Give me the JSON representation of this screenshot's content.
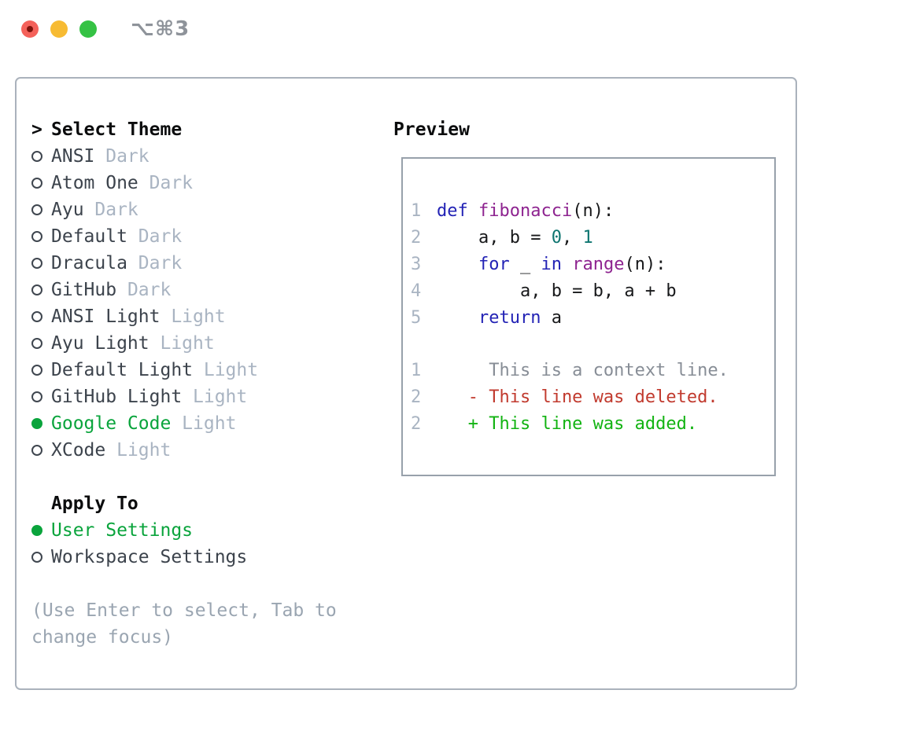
{
  "window": {
    "title_shortcut": "⌥⌘3",
    "traffic_lights": {
      "red": "#f4615a",
      "red_dot": "#7d120b",
      "yellow": "#f7bb33",
      "green": "#35c244"
    }
  },
  "theme_selector": {
    "prompt": ">",
    "header": "Select Theme",
    "items": [
      {
        "name": "ANSI",
        "variant": "Dark",
        "selected": false
      },
      {
        "name": "Atom One",
        "variant": "Dark",
        "selected": false
      },
      {
        "name": "Ayu",
        "variant": "Dark",
        "selected": false
      },
      {
        "name": "Default",
        "variant": "Dark",
        "selected": false
      },
      {
        "name": "Dracula",
        "variant": "Dark",
        "selected": false
      },
      {
        "name": "GitHub",
        "variant": "Dark",
        "selected": false
      },
      {
        "name": "ANSI Light",
        "variant": "Light",
        "selected": false
      },
      {
        "name": "Ayu Light",
        "variant": "Light",
        "selected": false
      },
      {
        "name": "Default Light",
        "variant": "Light",
        "selected": false
      },
      {
        "name": "GitHub Light",
        "variant": "Light",
        "selected": false
      },
      {
        "name": "Google Code",
        "variant": "Light",
        "selected": true
      },
      {
        "name": "XCode",
        "variant": "Light",
        "selected": false
      }
    ]
  },
  "apply_to": {
    "header": "Apply To",
    "options": [
      {
        "label": "User Settings",
        "selected": true
      },
      {
        "label": "Workspace Settings",
        "selected": false
      }
    ]
  },
  "hint": "(Use Enter to select, Tab to change focus)",
  "preview": {
    "title": "Preview",
    "code_lines": [
      {
        "num": "1",
        "segments": [
          {
            "t": "def",
            "c": "kw"
          },
          {
            "t": " ",
            "c": "pl"
          },
          {
            "t": "fibonacci",
            "c": "fn"
          },
          {
            "t": "(n):",
            "c": "pl"
          }
        ]
      },
      {
        "num": "2",
        "segments": [
          {
            "t": "    a, b = ",
            "c": "pl"
          },
          {
            "t": "0",
            "c": "num"
          },
          {
            "t": ", ",
            "c": "pl"
          },
          {
            "t": "1",
            "c": "num"
          }
        ]
      },
      {
        "num": "3",
        "segments": [
          {
            "t": "    ",
            "c": "pl"
          },
          {
            "t": "for",
            "c": "kw"
          },
          {
            "t": " _ ",
            "c": "pl"
          },
          {
            "t": "in",
            "c": "kw"
          },
          {
            "t": " ",
            "c": "pl"
          },
          {
            "t": "range",
            "c": "fn"
          },
          {
            "t": "(n):",
            "c": "pl"
          }
        ]
      },
      {
        "num": "4",
        "segments": [
          {
            "t": "        a, b = b, a + b",
            "c": "pl"
          }
        ]
      },
      {
        "num": "5",
        "segments": [
          {
            "t": "    ",
            "c": "pl"
          },
          {
            "t": "return",
            "c": "kw"
          },
          {
            "t": " a",
            "c": "pl"
          }
        ]
      }
    ],
    "diff_lines": [
      {
        "num": "1",
        "text": "     This is a context line.",
        "kind": "ctx"
      },
      {
        "num": "2",
        "text": "   - This line was deleted.",
        "kind": "del"
      },
      {
        "num": "2",
        "text": "   + This line was added.",
        "kind": "add"
      }
    ]
  },
  "colors": {
    "accent_green": "#0aa43c",
    "keyword_blue": "#2323b5",
    "function_purple": "#8e2490",
    "number_teal": "#0e7570",
    "line_number_gray": "#a9b4c2",
    "context_gray": "#878d96",
    "deleted_red": "#c13a2e",
    "added_green": "#12b312",
    "muted_gray": "#a9b4c2",
    "hint_gray": "#9aa5b1",
    "text_dark": "#3c434c"
  }
}
